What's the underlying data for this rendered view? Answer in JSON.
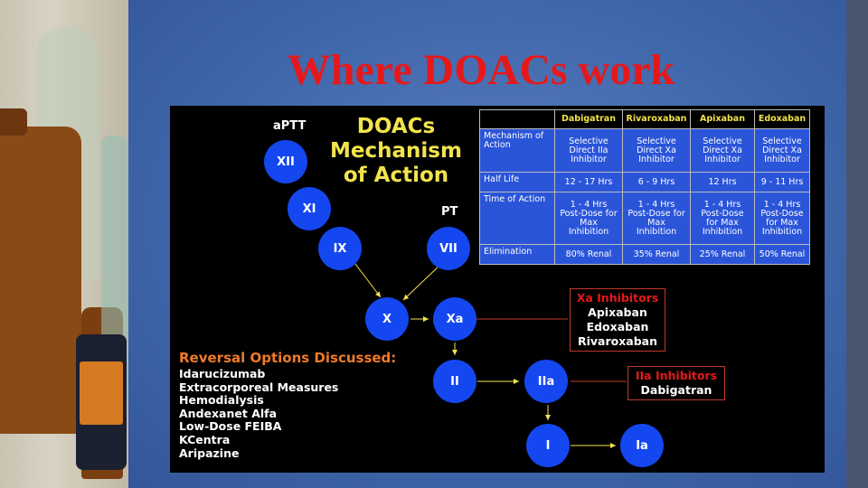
{
  "slide": {
    "title": "Where DOACs work"
  },
  "diagram": {
    "heading": "DOACs\nMechanism\nof Action",
    "labels": {
      "aptt": "aPTT",
      "pt": "PT"
    },
    "factors": [
      "XII",
      "XI",
      "IX",
      "VII",
      "X",
      "Xa",
      "II",
      "IIa",
      "I",
      "Ia"
    ]
  },
  "table": {
    "headers": [
      "",
      "Dabigatran",
      "Rivaroxaban",
      "Apixaban",
      "Edoxaban"
    ],
    "rows": [
      {
        "label": "Mechanism of Action",
        "cells": [
          "Selective Direct IIa Inhibitor",
          "Selective Direct Xa Inhibitor",
          "Selective Direct Xa Inhibitor",
          "Selective Direct Xa Inhibitor"
        ]
      },
      {
        "label": "Half Life",
        "cells": [
          "12 - 17 Hrs",
          "6 - 9 Hrs",
          "12 Hrs",
          "9 - 11 Hrs"
        ]
      },
      {
        "label": "Time of Action",
        "cells": [
          "1 - 4 Hrs Post-Dose for Max Inhibition",
          "1 - 4 Hrs Post-Dose for Max Inhibition",
          "1 - 4 Hrs Post-Dose for Max Inhibition",
          "1 - 4 Hrs Post-Dose for Max Inhibition"
        ]
      },
      {
        "label": "Elimination",
        "cells": [
          "80% Renal",
          "35% Renal",
          "25% Renal",
          "50% Renal"
        ]
      }
    ]
  },
  "xa_inhibitors": {
    "heading": "Xa Inhibitors",
    "items": [
      "Apixaban",
      "Edoxaban",
      "Rivaroxaban"
    ]
  },
  "iia_inhibitors": {
    "heading": "IIa Inhibitors",
    "items": [
      "Dabigatran"
    ]
  },
  "reversal": {
    "heading": "Reversal Options Discussed:",
    "items": [
      "Idarucizumab",
      "Extracorporeal Measures",
      "Hemodialysis",
      "Andexanet Alfa",
      "Low-Dose FEIBA",
      "KCentra",
      "Aripazine"
    ]
  },
  "colors": {
    "title_red": "#e5191b",
    "heading_yellow": "#f2e44c",
    "factor_blue": "#1447f0",
    "table_blue": "#2b55d9",
    "reversal_orange": "#f07a28"
  }
}
